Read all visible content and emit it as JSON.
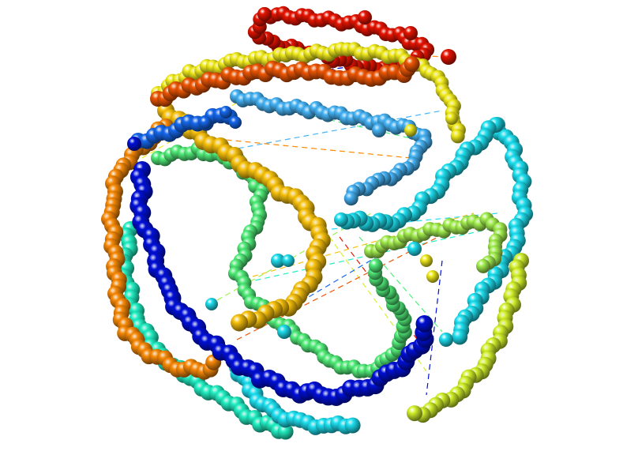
{
  "viewer": {
    "background": "#ffffff",
    "colormap": "rainbow",
    "representation": "ball-and-stick",
    "bond_style": "dashed",
    "strand_colors": [
      "#0010d8",
      "#1668ee",
      "#46b4f6",
      "#1ee0f0",
      "#22f0c4",
      "#52ee7a",
      "#a4f050",
      "#d4f22c",
      "#f2ec1e",
      "#f8c20e",
      "#f88a08",
      "#ee5604",
      "#e61400"
    ]
  }
}
